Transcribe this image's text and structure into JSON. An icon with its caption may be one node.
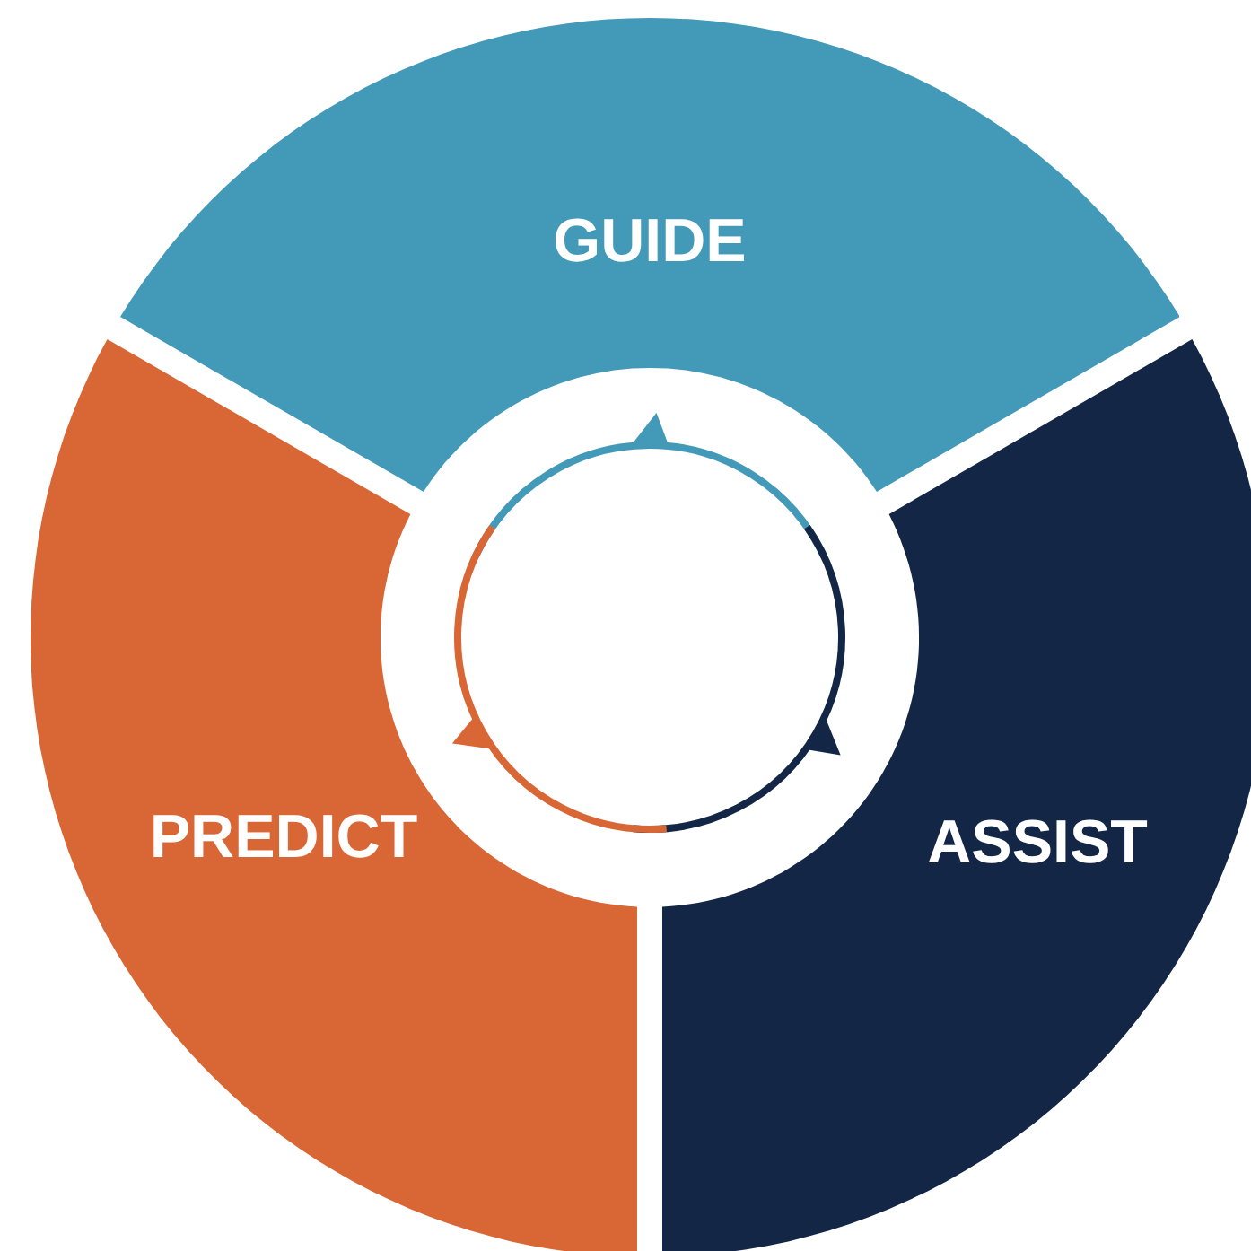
{
  "diagram": {
    "nodes": [
      {
        "text": [
          "GUIDE"
        ]
      },
      {
        "text": [
          "ASSIST"
        ]
      },
      {
        "text": [
          "PREDICT"
        ]
      }
    ]
  }
}
